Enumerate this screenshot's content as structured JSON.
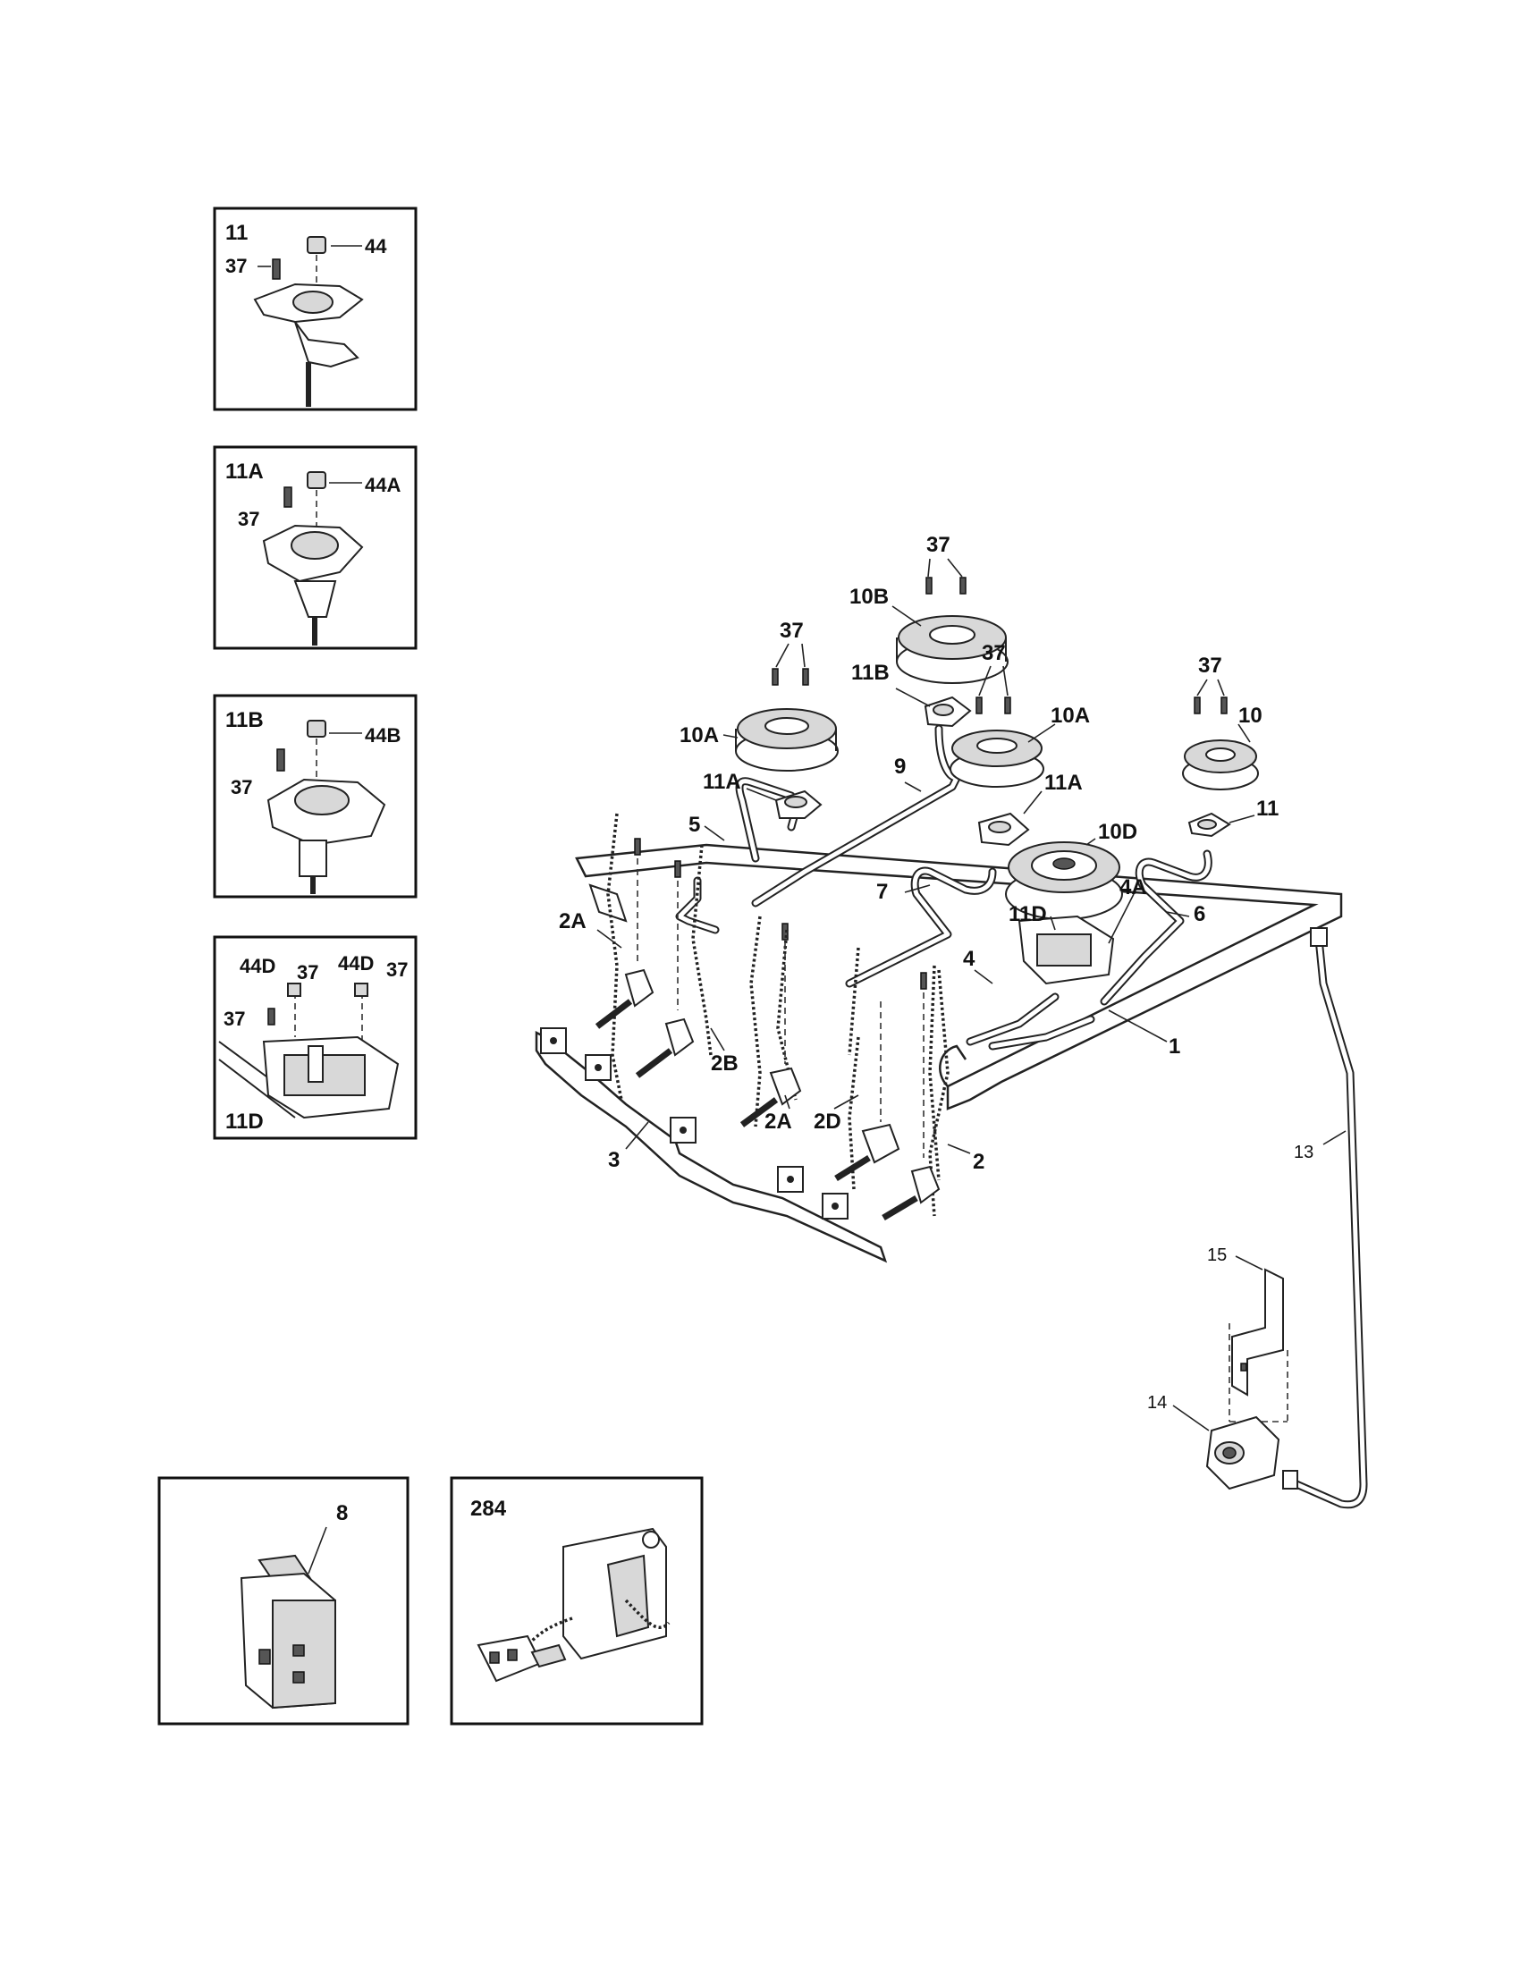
{
  "insets": {
    "inset_11": {
      "title": "11",
      "labels": [
        "37",
        "44"
      ]
    },
    "inset_11a": {
      "title": "11A",
      "labels": [
        "37",
        "44A"
      ]
    },
    "inset_11b": {
      "title": "11B",
      "labels": [
        "37",
        "44B"
      ]
    },
    "inset_11d": {
      "title": "11D",
      "labels": [
        "44D",
        "37",
        "44D",
        "37",
        "37"
      ]
    },
    "inset_8": {
      "title": "8"
    },
    "inset_284": {
      "title": "284"
    }
  },
  "callouts": {
    "c37_top": "37",
    "c10b": "10B",
    "c37_left": "37",
    "c11b": "11B",
    "c37_mid": "37",
    "c10a_right": "10A",
    "c37_right": "37",
    "c10": "10",
    "c10a_left": "10A",
    "c11a_left": "11A",
    "c9": "9",
    "c11a_right": "11A",
    "c11": "11",
    "c5": "5",
    "c10d": "10D",
    "c7": "7",
    "c6": "6",
    "c11d": "11D",
    "c4a": "4A",
    "c2a_left": "2A",
    "c4": "4",
    "c1": "1",
    "c2b": "2B",
    "c2a_mid": "2A",
    "c2d": "2D",
    "c3": "3",
    "c2": "2",
    "c13": "13",
    "c15": "15",
    "c14": "14"
  }
}
